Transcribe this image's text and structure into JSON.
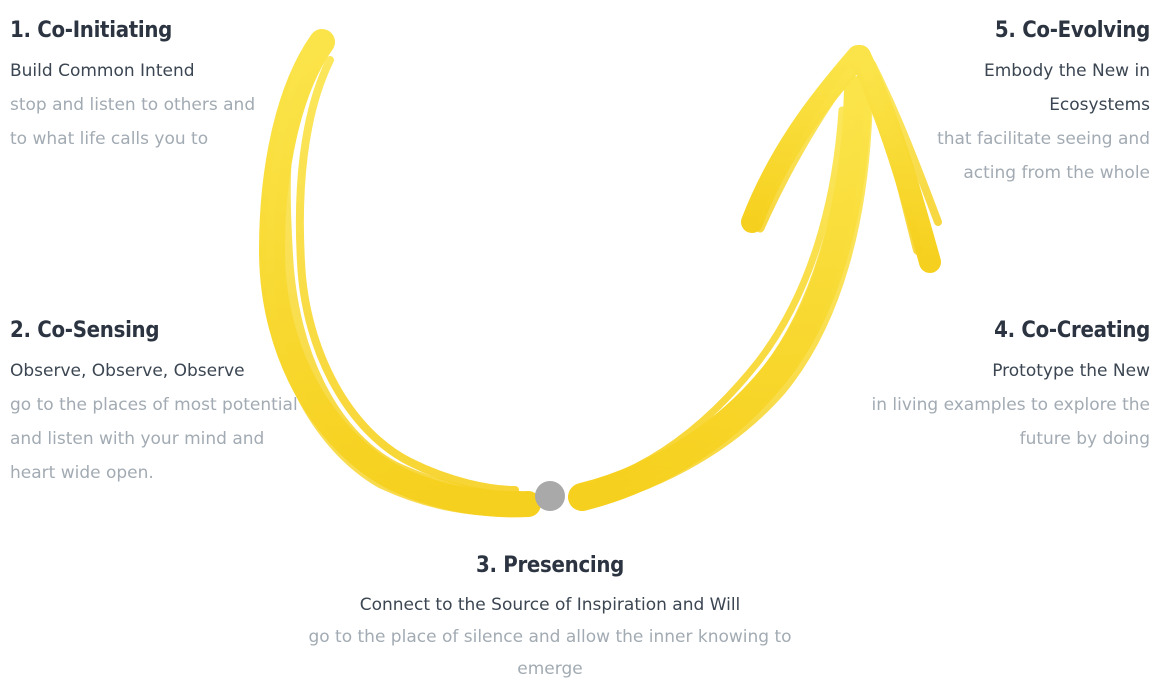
{
  "steps": [
    {
      "title": "1. Co-Initiating",
      "subtitle": "Build Common Intend",
      "description": "stop and listen to others and to what life calls you to"
    },
    {
      "title": "2. Co-Sensing",
      "subtitle": "Observe, Observe, Observe",
      "description": "go to the places of most potential and listen with your mind and heart wide open."
    },
    {
      "title": "3. Presencing",
      "subtitle": "Connect to the Source of Inspiration and Will",
      "description": "go to the place of silence and allow the inner knowing to emerge"
    },
    {
      "title": "4. Co-Creating",
      "subtitle": "Prototype the New",
      "description": "in living examples to explore the future by doing"
    },
    {
      "title": "5. Co-Evolving",
      "subtitle": "Embody the New in Ecosystems",
      "description": "that facilitate seeing and acting from the whole"
    }
  ],
  "colors": {
    "arrow": "#f8d322",
    "arrow_light": "#fbe25c",
    "dot": "#a9a9a9",
    "title": "#2b3440",
    "subtitle": "#3b4652",
    "description": "#a2abb3"
  }
}
